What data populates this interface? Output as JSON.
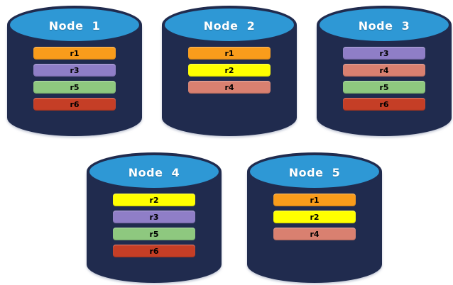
{
  "diagram": {
    "background": "#ffffff",
    "colors": {
      "cylinder_body": "#202B4E",
      "cylinder_top_face": "#2E98D5",
      "node_label_text": "#ffffff",
      "bar_label_text": "#000000",
      "replicas": {
        "r1": "#F99C1B",
        "r2": "#FFFF00",
        "r3": "#8F7EC7",
        "r4": "#D98070",
        "r5": "#8EC87F",
        "r6": "#C53E26"
      }
    },
    "nodes": [
      {
        "label": "Node  1",
        "replicas": [
          "r1",
          "r3",
          "r5",
          "r6"
        ]
      },
      {
        "label": "Node  2",
        "replicas": [
          "r1",
          "r2",
          "r4"
        ]
      },
      {
        "label": "Node  3",
        "replicas": [
          "r3",
          "r4",
          "r5",
          "r6"
        ]
      },
      {
        "label": "Node  4",
        "replicas": [
          "r2",
          "r3",
          "r5",
          "r6"
        ]
      },
      {
        "label": "Node  5",
        "replicas": [
          "r1",
          "r2",
          "r4"
        ]
      }
    ]
  }
}
